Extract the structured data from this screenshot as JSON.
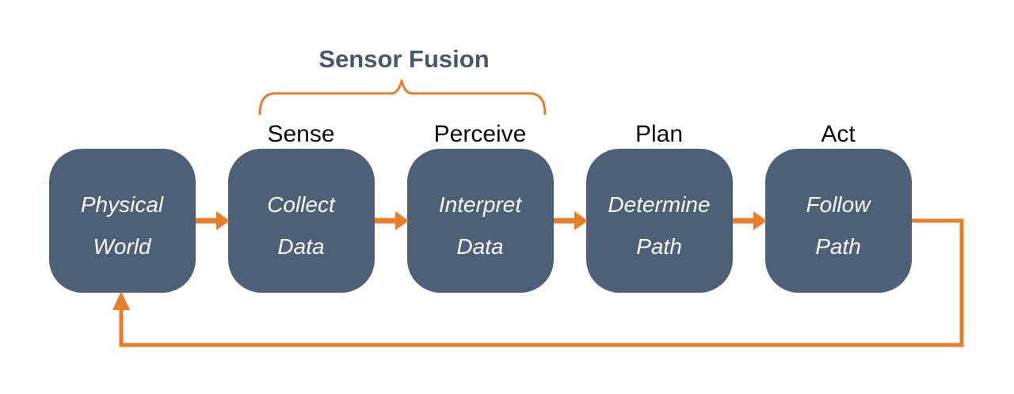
{
  "diagram": {
    "title": "Sensor Fusion",
    "stages": [
      {
        "label": "",
        "line1": "Physical",
        "line2": "World"
      },
      {
        "label": "Sense",
        "line1": "Collect",
        "line2": "Data"
      },
      {
        "label": "Perceive",
        "line1": "Interpret",
        "line2": "Data"
      },
      {
        "label": "Plan",
        "line1": "Determine",
        "line2": "Path"
      },
      {
        "label": "Act",
        "line1": "Follow",
        "line2": "Path"
      }
    ]
  },
  "colors": {
    "background": "#ffffff",
    "accent": "#e87d2b",
    "box_fill": "#4e5f78",
    "box_text": "#fafafa",
    "title_color": "#47586e",
    "label_color": "#0c0c0c"
  }
}
